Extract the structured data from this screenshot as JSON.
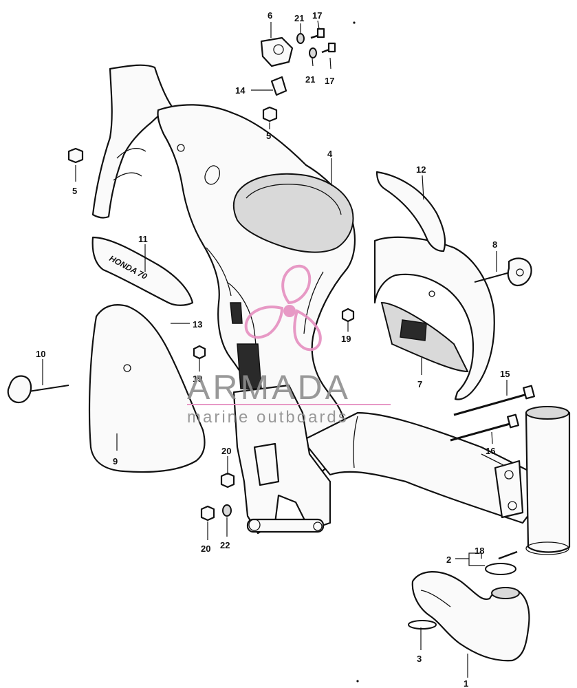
{
  "callouts": [
    {
      "id": "c1",
      "text": "1"
    },
    {
      "id": "c2",
      "text": "2"
    },
    {
      "id": "c3",
      "text": "3"
    },
    {
      "id": "c4",
      "text": "4"
    },
    {
      "id": "c5a",
      "text": "5"
    },
    {
      "id": "c5b",
      "text": "5"
    },
    {
      "id": "c6",
      "text": "6"
    },
    {
      "id": "c7",
      "text": "7"
    },
    {
      "id": "c8",
      "text": "8"
    },
    {
      "id": "c9",
      "text": "9"
    },
    {
      "id": "c10",
      "text": "10"
    },
    {
      "id": "c11",
      "text": "11"
    },
    {
      "id": "c12",
      "text": "12"
    },
    {
      "id": "c13",
      "text": "13"
    },
    {
      "id": "c14",
      "text": "14"
    },
    {
      "id": "c15",
      "text": "15"
    },
    {
      "id": "c16",
      "text": "16"
    },
    {
      "id": "c17a",
      "text": "17"
    },
    {
      "id": "c17b",
      "text": "17"
    },
    {
      "id": "c18",
      "text": "18"
    },
    {
      "id": "c19a",
      "text": "19"
    },
    {
      "id": "c19b",
      "text": "19"
    },
    {
      "id": "c20a",
      "text": "20"
    },
    {
      "id": "c20b",
      "text": "20"
    },
    {
      "id": "c21a",
      "text": "21"
    },
    {
      "id": "c21b",
      "text": "21"
    },
    {
      "id": "c22",
      "text": "22"
    }
  ],
  "emblem_text": "HONDA 70",
  "watermark": {
    "brand": "ARMADA",
    "tagline": "marine outboards",
    "colors": {
      "text": "#8e8e8e",
      "logo": "#e58fc0",
      "rule": "#e58fc0"
    }
  }
}
